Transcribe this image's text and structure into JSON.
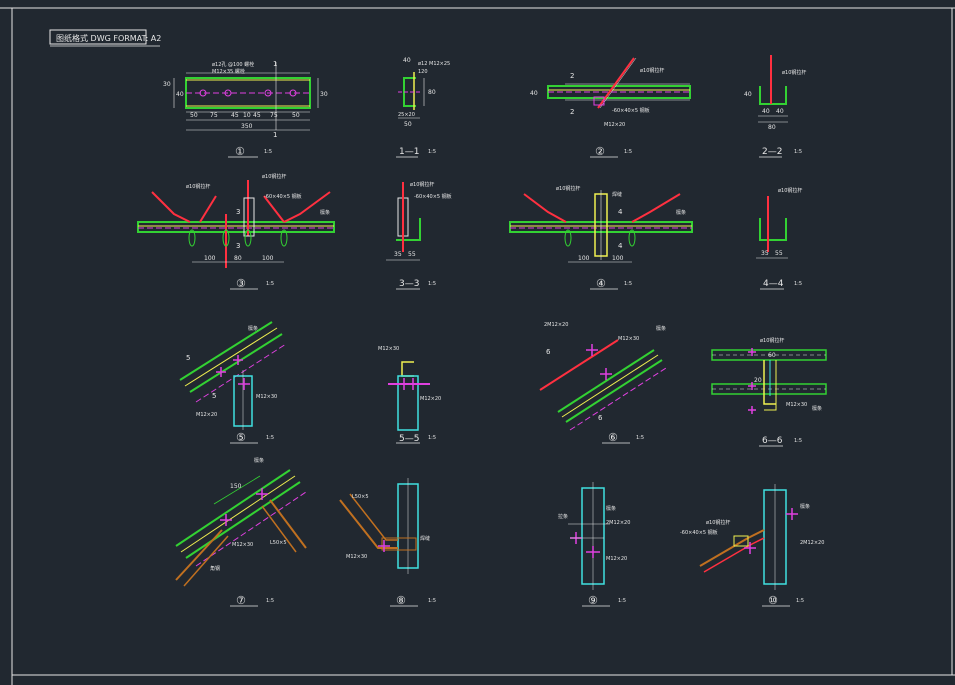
{
  "title_block": {
    "label": "图纸格式 DWG FORMAT: A2"
  },
  "colors": {
    "background": "#212830",
    "frame": "#e6e6e6",
    "green": "#33d133",
    "yellow": "#f0f050",
    "magenta": "#e040e0",
    "red": "#ff3040",
    "cyan": "#40e0e0",
    "white": "#e6e6e6",
    "orange": "#c07020"
  },
  "details": {
    "d1": {
      "label": "①",
      "scale": "1:5"
    },
    "s1_1": {
      "label": "1—1",
      "scale": "1:5"
    },
    "d2": {
      "label": "②",
      "scale": "1:5"
    },
    "s2_2": {
      "label": "2—2",
      "scale": "1:5"
    },
    "d3": {
      "label": "③",
      "scale": "1:5"
    },
    "s3_3": {
      "label": "3—3",
      "scale": "1:5"
    },
    "d4": {
      "label": "④",
      "scale": "1:5"
    },
    "s4_4": {
      "label": "4—4",
      "scale": "1:5"
    },
    "d5": {
      "label": "⑤",
      "scale": "1:5"
    },
    "s5_5": {
      "label": "5—5",
      "scale": "1:5"
    },
    "d6": {
      "label": "⑥",
      "scale": "1:5"
    },
    "s6_6": {
      "label": "6—6",
      "scale": "1:5"
    },
    "d7": {
      "label": "⑦",
      "scale": "1:5"
    },
    "d8": {
      "label": "⑧",
      "scale": "1:5"
    },
    "d9": {
      "label": "⑨",
      "scale": "1:5"
    },
    "d10": {
      "label": "⑩",
      "scale": "1:5"
    }
  },
  "dims": {
    "d1_total": "350",
    "d1_parts": [
      "50",
      "75",
      "45",
      "10",
      "45",
      "75",
      "50"
    ],
    "d1_side": [
      "30",
      "40",
      "30"
    ],
    "s1_top": "40",
    "s1_bottom": "50",
    "s1_side": "80",
    "d2_side": "40",
    "s2_parts": [
      "40",
      "40"
    ],
    "s2_total": "80",
    "d3_parts": [
      "100",
      "80",
      "100"
    ],
    "s3_parts": [
      "35",
      "55"
    ],
    "d4_parts": [
      "100",
      "100"
    ],
    "s4_parts": [
      "35",
      "55"
    ],
    "s6_top": "60",
    "s6_side": "20",
    "d7_len": "150",
    "section_marks": [
      "1",
      "2",
      "3",
      "4",
      "5",
      "6"
    ]
  },
  "notes": {
    "d1_top": "ø12孔 @100 螺栓",
    "d1_top2": "M12×35 螺栓",
    "s1_a": "ø12 M12×25",
    "s1_b": "120",
    "s1_c": "25×20",
    "rod": "ø10钢拉杆",
    "bolt_a": "M12×20",
    "bolt_b": "M12×30",
    "plate": "-60×40×5 钢板",
    "purlin": "檩条",
    "member": "L50×5",
    "angle": "角钢",
    "weld": "焊缝",
    "bolt_c": "2M12×20",
    "tie": "拉条"
  }
}
